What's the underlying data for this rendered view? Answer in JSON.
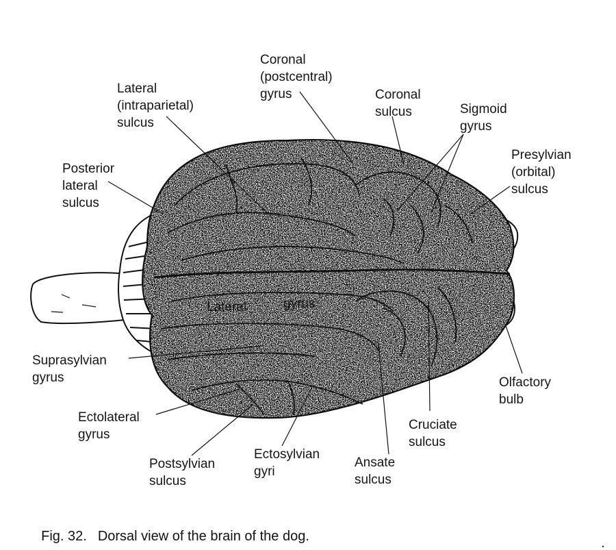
{
  "labels": {
    "coronal_gyrus": "Coronal\n(postcentral)\ngyrus",
    "lateral_sulcus": "Lateral\n(intraparietal)\nsulcus",
    "coronal_sulcus": "Coronal\nsulcus",
    "sigmoid_gyrus": "Sigmoid\ngyrus",
    "presylvian_sulcus": "Presylvian\n(orbital)\nsulcus",
    "posterior_lateral_sulcus": "Posterior\nlateral\nsulcus",
    "lateral_gyrus": "Lateral",
    "lateral_gyrus_2": "gyrus",
    "suprasylvian_gyrus": "Suprasylvian\ngyrus",
    "olfactory_bulb": "Olfactory\nbulb",
    "ectolateral_gyrus": "Ectolateral\ngyrus",
    "cruciate_sulcus": "Cruciate\nsulcus",
    "postsylvian_sulcus": "Postsylvian\nsulcus",
    "ectosylvian_gyri": "Ectosylvian\ngyri",
    "ansate_sulcus": "Ansate\nsulcus"
  },
  "caption": {
    "number": "Fig. 32.",
    "text": "Dorsal view of the brain of the dog."
  }
}
